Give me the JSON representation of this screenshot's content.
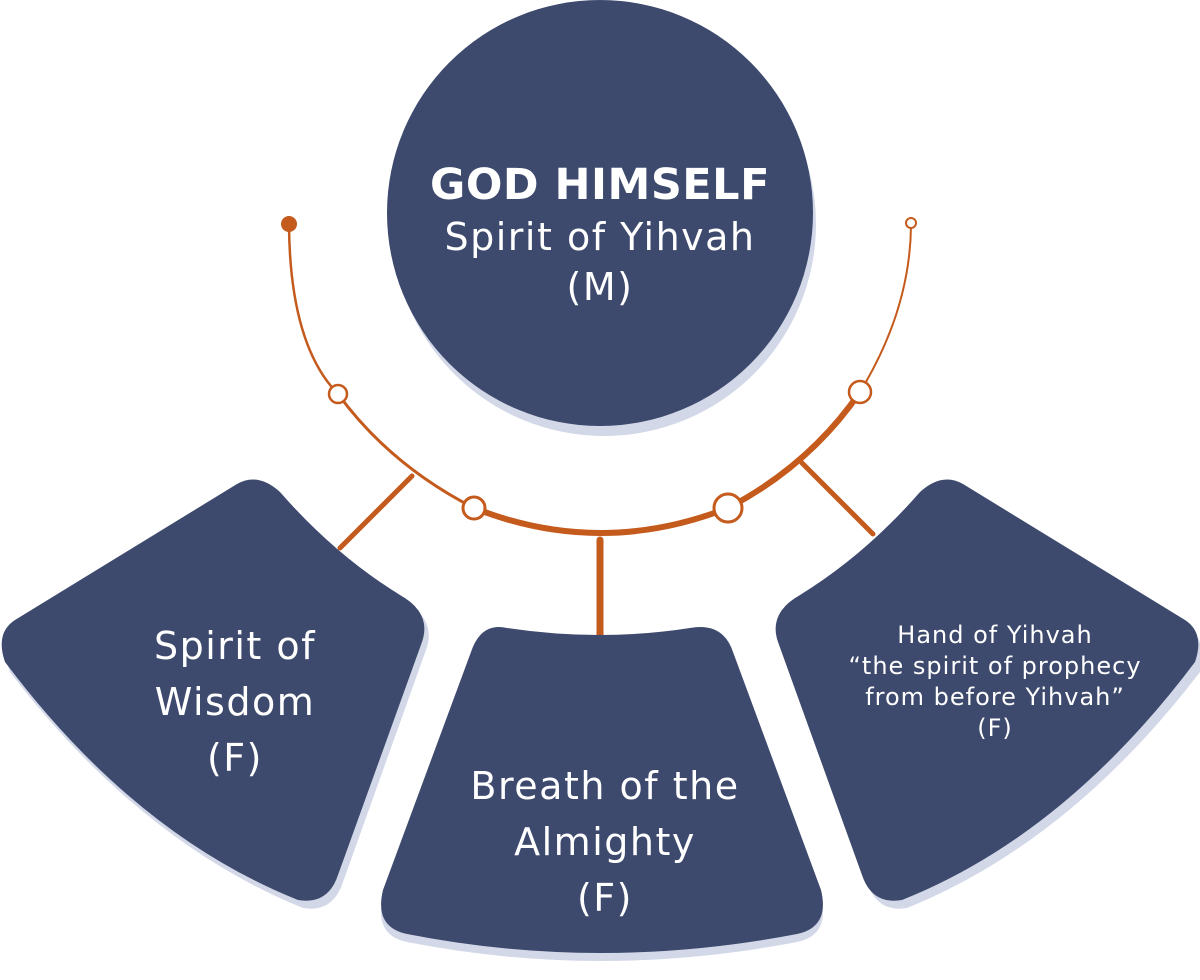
{
  "center_node": {
    "title": "GOD HIMSELF",
    "line1": "Spirit of Yihvah",
    "line2": "(M)"
  },
  "left_node": {
    "line1": "Spirit of",
    "line2": "Wisdom",
    "line3": "(F)"
  },
  "middle_node": {
    "line1": "Breath of the",
    "line2": "Almighty",
    "line3": "(F)"
  },
  "right_node": {
    "line1": "Hand of Yihvah",
    "line2": "“the spirit of prophecy",
    "line3": "from before Yihvah”",
    "line4": "(F)"
  },
  "colors": {
    "node_fill": "#3d4a6d",
    "node_shadow": "#d3d8e8",
    "connector": "#c55a1d",
    "text": "#ffffff"
  }
}
